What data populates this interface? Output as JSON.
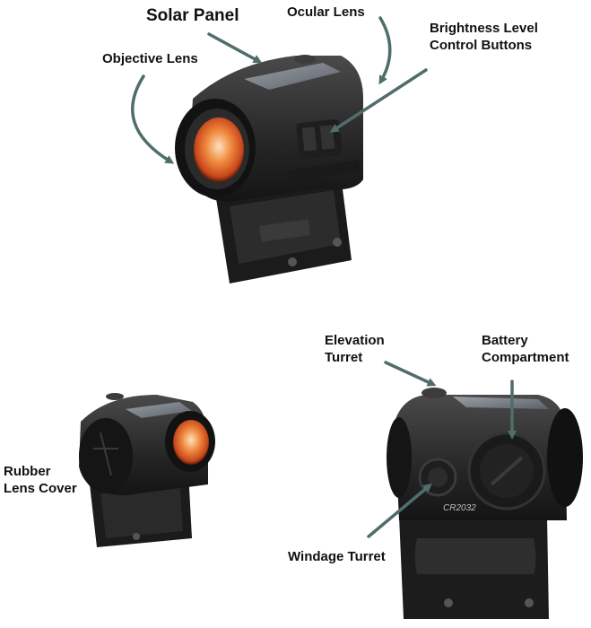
{
  "labels": {
    "solar_panel": "Solar Panel",
    "ocular_lens": "Ocular Lens",
    "brightness_line1": "Brightness Level",
    "brightness_line2": "Control Buttons",
    "objective_lens": "Objective Lens",
    "elevation_line1": "Elevation",
    "elevation_line2": "Turret",
    "battery_line1": "Battery",
    "battery_line2": "Compartment",
    "rubber_line1": "Rubber",
    "rubber_line2": "Lens Cover",
    "windage_turret": "Windage Turret",
    "battery_code": "CR2032"
  },
  "colors": {
    "arrow": "#4f6e6b",
    "body": "#2a2a2a",
    "body_dark": "#161616",
    "lens_glow": "#e0632a",
    "lens_center": "#f7c9a0",
    "text": "#111111"
  }
}
